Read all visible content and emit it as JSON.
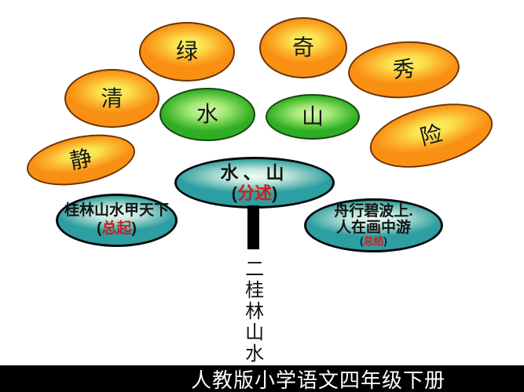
{
  "slide": {
    "topic": "桂林山水 tree diagram",
    "colors": {
      "branch_orange": "#fa9013",
      "branch_orange_center": "#faf173",
      "branch_green": "#2fad24",
      "branch_green_center": "#d8f8b0",
      "node_teal": "#2d9fa2",
      "node_teal_center": "#f0faf5",
      "term_red": "#cf1d1d",
      "text_black": "#141414",
      "footer_bg": "#000000",
      "footer_text": "#ffffff"
    }
  },
  "branch_bubbles": {
    "lv": {
      "label": "绿"
    },
    "qi": {
      "label": "奇"
    },
    "xiu": {
      "label": "秀"
    },
    "qing": {
      "label": "清"
    },
    "jing": {
      "label": "静"
    },
    "xian": {
      "label": "险"
    },
    "shui": {
      "label": "水"
    },
    "shan": {
      "label": "山"
    }
  },
  "nodes": {
    "center": {
      "line1": "水、山",
      "open": "(",
      "term": "分述",
      "close": ")"
    },
    "left": {
      "line1": "桂林山水甲天下",
      "open": "(",
      "term": "总起",
      "close": ")"
    },
    "right": {
      "line1": "舟行碧波上.",
      "line2": "人在画中游",
      "open": "(",
      "term": "总结",
      "close": ")"
    }
  },
  "trunk": {
    "vertical_title": "二桂林山水"
  },
  "footer": {
    "text": "人教版小学语文四年级下册"
  }
}
